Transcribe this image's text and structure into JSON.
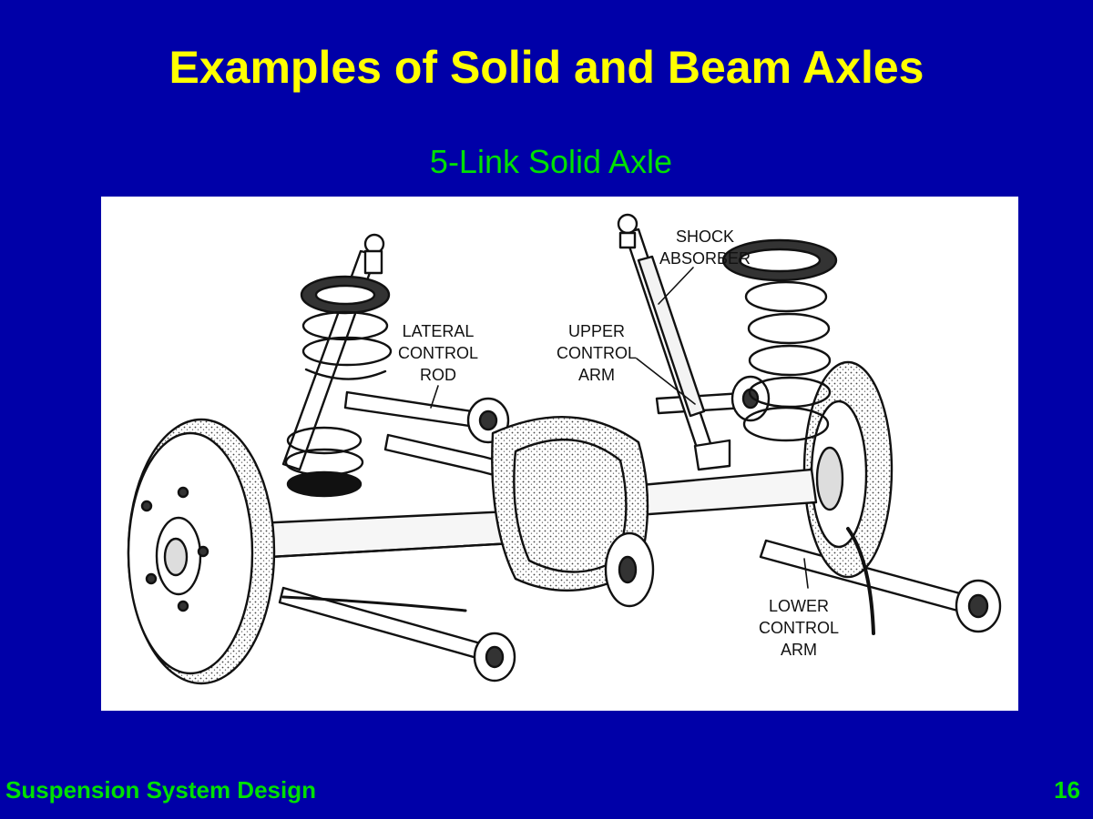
{
  "slide": {
    "title": "Examples of Solid and Beam Axles",
    "subtitle": "5-Link Solid Axle",
    "footer": "Suspension System Design",
    "page_number": "16"
  },
  "diagram": {
    "callouts": {
      "shock_absorber": "SHOCK\nABSORBER",
      "lateral_control_rod": "LATERAL\nCONTROL\nROD",
      "upper_control_arm": "UPPER\nCONTROL\nARM",
      "lower_control_arm": "LOWER\nCONTROL\nARM"
    }
  },
  "colors": {
    "background": "#0000A8",
    "title": "#FFFF00",
    "accent_green": "#00E000"
  }
}
